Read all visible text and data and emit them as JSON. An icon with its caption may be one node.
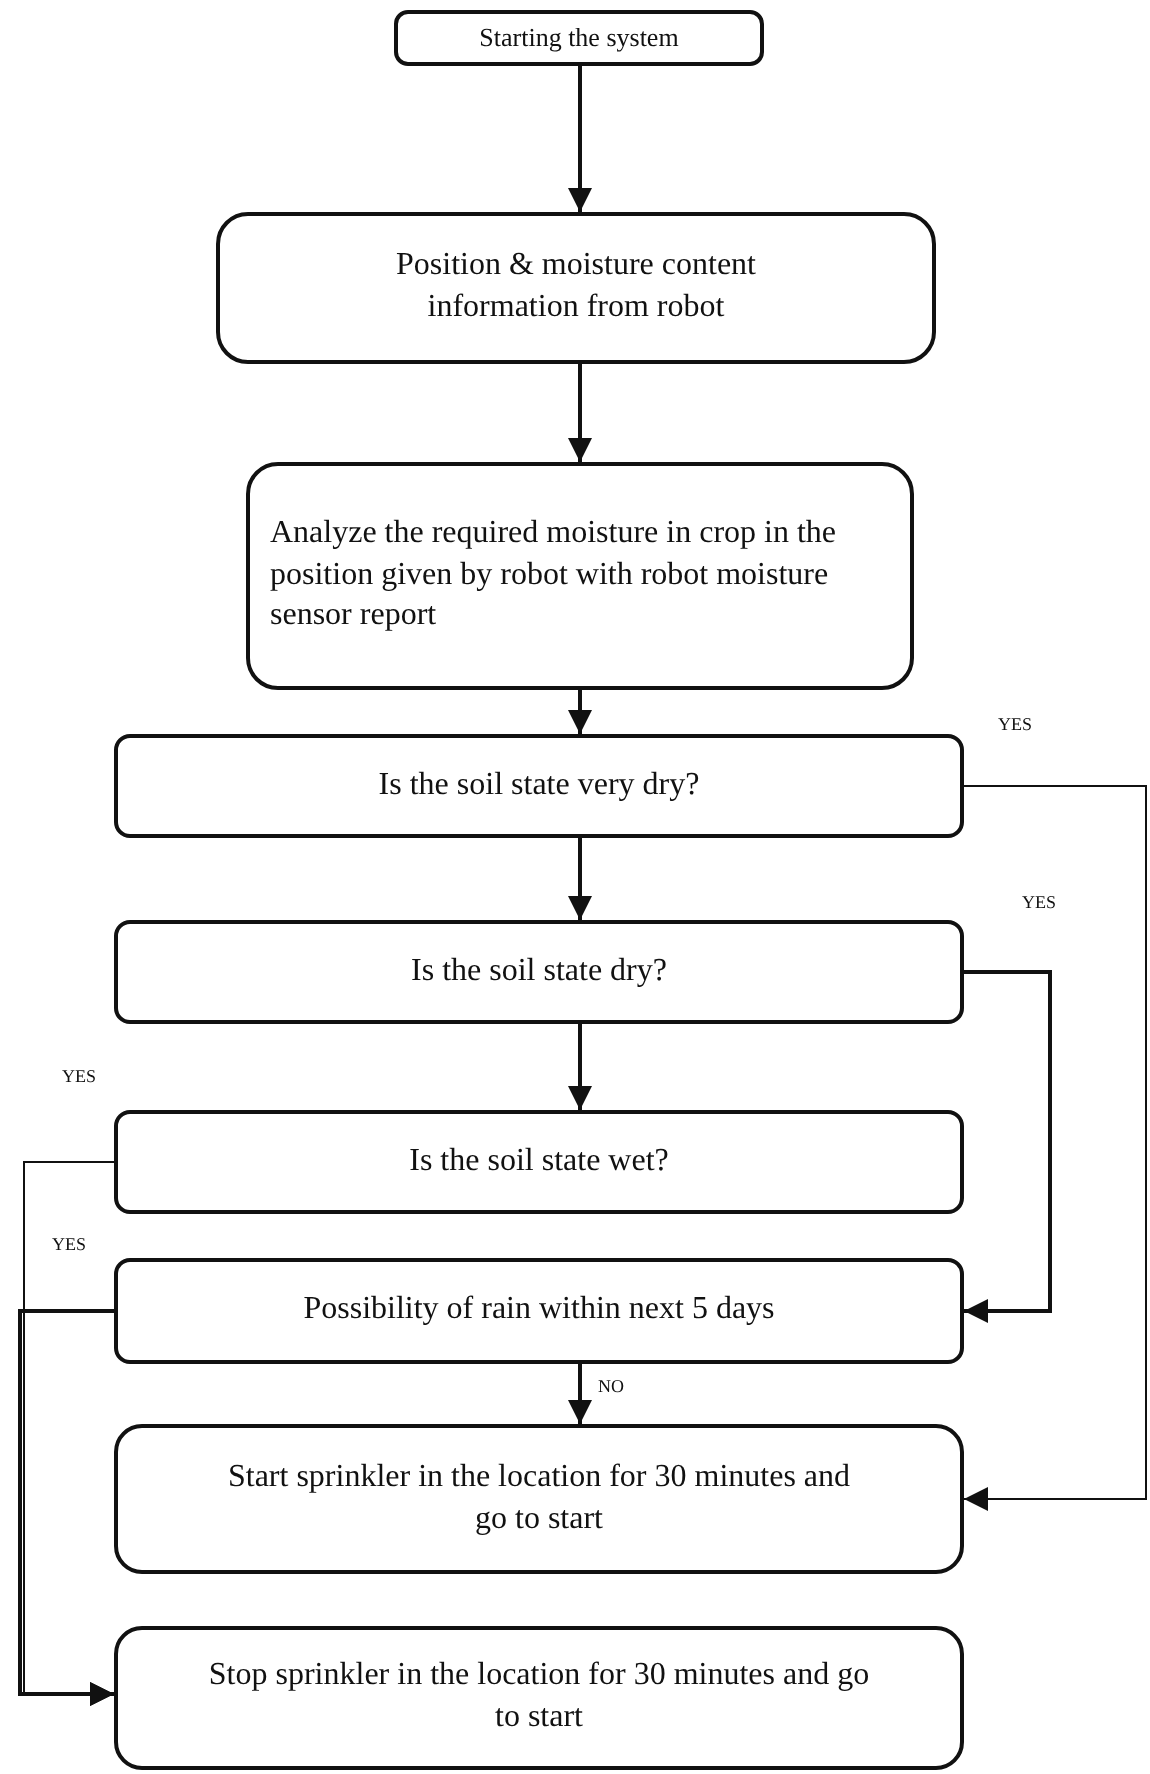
{
  "diagram": {
    "nodes": [
      {
        "text": [
          "Starting the system"
        ]
      },
      {
        "text": [
          "Position & moisture content information from robot"
        ]
      },
      {
        "text": [
          "Analyze the required moisture in crop in the position given by robot with robot moisture sensor report"
        ]
      },
      {
        "text": [
          "Is the soil state very dry?"
        ]
      },
      {
        "text": [
          "Is the soil state dry?"
        ]
      },
      {
        "text": [
          "Is the soil state wet?"
        ]
      },
      {
        "text": [
          "Possibility of rain within next 5 days"
        ]
      },
      {
        "text": [
          "Start sprinkler in the location for 30 minutes and go to start"
        ]
      },
      {
        "text": [
          "Stop sprinkler in the location for 30 minutes and go to start"
        ]
      }
    ],
    "edges": [
      {
        "from": 0,
        "to": 1,
        "arrow": "to"
      },
      {
        "from": 1,
        "to": 2,
        "arrow": "to"
      },
      {
        "from": 2,
        "to": 3,
        "arrow": "to"
      },
      {
        "from": 3,
        "to": 4,
        "arrow": "to"
      },
      {
        "from": 4,
        "to": 5,
        "arrow": "to"
      },
      {
        "from": 3,
        "to": 7,
        "arrow": "to",
        "label": "YES"
      },
      {
        "from": 4,
        "to": 6,
        "arrow": "to",
        "label": "YES"
      },
      {
        "from": 5,
        "to": 8,
        "arrow": "to",
        "label": "YES"
      },
      {
        "from": 6,
        "to": 8,
        "arrow": "to",
        "label": "YES"
      },
      {
        "from": 6,
        "to": 7,
        "arrow": "to",
        "label": "NO"
      }
    ]
  }
}
